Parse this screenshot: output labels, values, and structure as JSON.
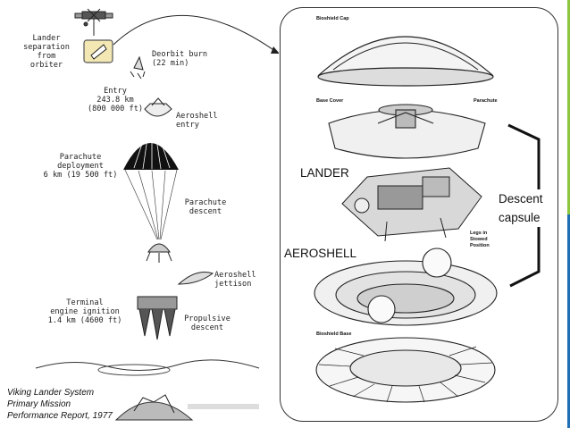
{
  "stages": {
    "lander_separation": "Lander\nseparation\nfrom\norbiter",
    "deorbit_burn": "Deorbit burn\n(22 min)",
    "entry": "Entry\n243.8 km\n(800 000 ft)",
    "aeroshell_entry": "Aeroshell\nentry",
    "parachute_deployment": "Parachute\ndeployment\n6 km (19 500 ft)",
    "parachute_descent": "Parachute\ndescent",
    "aeroshell_jettison": "Aeroshell\njettison",
    "terminal_ignition": "Terminal\nengine ignition\n1.4 km (4600 ft)",
    "propulsive_descent": "Propulsive\ndescent"
  },
  "capsule": {
    "bioshield_cap": "Bioshield Cap",
    "base_cover": "Base Cover",
    "parachute": "Parachute",
    "lander": "LANDER",
    "aeroshell": "AEROSHELL",
    "legs_stowed": "Legs in\nStowed\nPosition",
    "bioshield_base": "Bioshield Base",
    "descent_capsule": "Descent\ncapsule"
  },
  "citation": {
    "line1": "Viking Lander System",
    "line2": "Primary Mission",
    "line3": "Performance Report, 1977"
  },
  "colors": {
    "panel_border": "#333333",
    "stripe_green": "#8cc63f",
    "stripe_blue": "#1f6fb5",
    "highlight_box": "#f3e7b3"
  }
}
